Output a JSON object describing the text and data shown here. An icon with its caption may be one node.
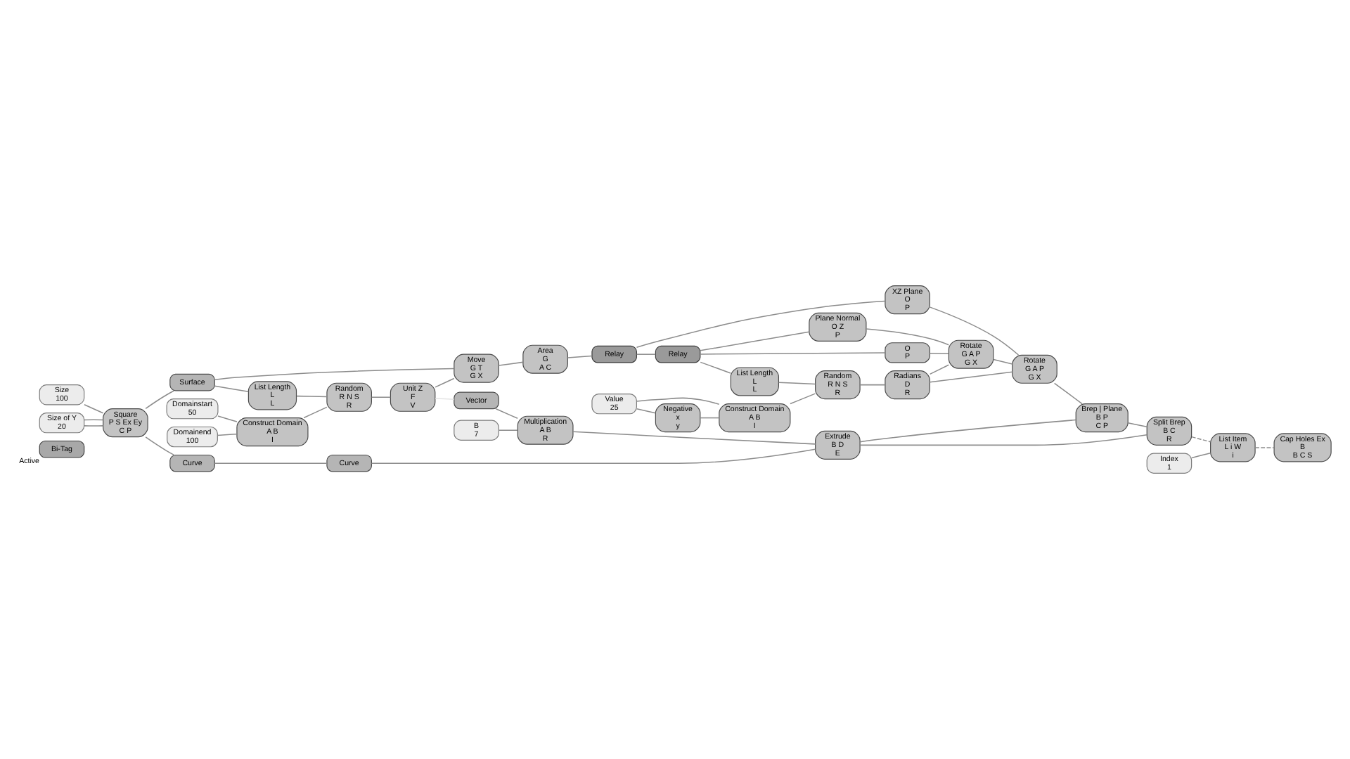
{
  "diagram": {
    "nodes": [
      {
        "text": [
          "Bi-Tag"
        ],
        "beside": [
          "Active"
        ]
      },
      {
        "text": [
          "Size",
          "100"
        ]
      },
      {
        "text": [
          "Size of Y",
          "20"
        ]
      },
      {
        "text": [
          "Square",
          "P S Ex Ey",
          "C P"
        ]
      },
      {
        "text": [
          "Surface"
        ]
      },
      {
        "text": [
          "Domainstart",
          "50"
        ]
      },
      {
        "text": [
          "Domainend",
          "100"
        ]
      },
      {
        "text": [
          "Construct Domain",
          "A B",
          "I"
        ]
      },
      {
        "text": [
          "List Length",
          "L",
          "L"
        ]
      },
      {
        "text": [
          "Random",
          "R N S",
          "R"
        ]
      },
      {
        "text": [
          "Unit Z",
          "F",
          "V"
        ]
      },
      {
        "text": [
          "Move",
          "G T",
          "G X"
        ]
      },
      {
        "text": [
          "Area",
          "G",
          "A C"
        ]
      },
      {
        "text": [
          "Relay"
        ]
      },
      {
        "text": [
          "XZ Plane",
          "O",
          "P"
        ]
      },
      {
        "text": [
          "Negative",
          "x",
          "y"
        ]
      },
      {
        "text": [
          "Construct Domain",
          "A B",
          "I"
        ]
      },
      {
        "text": [
          "Value",
          "25"
        ]
      },
      {
        "text": [
          "Relay"
        ]
      },
      {
        "text": [
          "List Length",
          "L",
          "L"
        ]
      },
      {
        "text": [
          "Random",
          "R N S",
          "R"
        ]
      },
      {
        "text": [
          "Radians",
          "D",
          "R"
        ]
      },
      {
        "text": [
          "Rotate",
          "G A P",
          "G X"
        ]
      },
      {
        "text": [
          "Plane Normal",
          "O Z",
          "P"
        ]
      },
      {
        "text": [
          "O",
          "P"
        ]
      },
      {
        "text": [
          "Rotate",
          "G A P",
          "G X"
        ]
      },
      {
        "text": [
          "Brep | Plane",
          "B P",
          "C P"
        ]
      },
      {
        "text": [
          "Curve"
        ]
      },
      {
        "text": [
          "Curve"
        ]
      },
      {
        "text": [
          "Extrude",
          "B D",
          "E"
        ]
      },
      {
        "text": [
          "Vector"
        ]
      },
      {
        "text": [
          "Multiplication",
          "A B",
          "R"
        ]
      },
      {
        "text": [
          "B",
          "7"
        ]
      },
      {
        "text": [
          "Split Brep",
          "B C",
          "R"
        ]
      },
      {
        "text": [
          "List Item",
          "L i W",
          "i"
        ]
      },
      {
        "text": [
          "Cap Holes Ex",
          "B",
          "B C S"
        ]
      },
      {
        "text": [
          "Index",
          "1"
        ]
      }
    ],
    "edges": [
      {
        "from": 1,
        "to": 3,
        "arrow": "none"
      },
      {
        "from": 2,
        "to": 3,
        "arrow": "none"
      },
      {
        "from": 2,
        "to": 3,
        "arrow": "none"
      },
      {
        "from": 3,
        "to": 4,
        "arrow": "none"
      },
      {
        "from": 3,
        "to": 27,
        "arrow": "none"
      },
      {
        "from": 4,
        "to": 11,
        "arrow": "none"
      },
      {
        "from": 4,
        "to": 8,
        "arrow": "none"
      },
      {
        "from": 5,
        "to": 7,
        "arrow": "none"
      },
      {
        "from": 6,
        "to": 7,
        "arrow": "none"
      },
      {
        "from": 7,
        "to": 9,
        "arrow": "none"
      },
      {
        "from": 8,
        "to": 9,
        "arrow": "none"
      },
      {
        "from": 9,
        "to": 10,
        "arrow": "none"
      },
      {
        "from": 10,
        "to": 11,
        "arrow": "none"
      },
      {
        "from": 10,
        "to": 30,
        "arrow": "none",
        "color": "#e4e4e4"
      },
      {
        "from": 11,
        "to": 12,
        "arrow": "none"
      },
      {
        "from": 12,
        "to": 13,
        "arrow": "none"
      },
      {
        "from": 13,
        "to": 14,
        "arrow": "none"
      },
      {
        "from": 13,
        "to": 18,
        "arrow": "none"
      },
      {
        "from": 14,
        "to": 22,
        "arrow": "none"
      },
      {
        "from": 17,
        "to": 15,
        "arrow": "none"
      },
      {
        "from": 17,
        "to": 16,
        "arrow": "none"
      },
      {
        "from": 15,
        "to": 16,
        "arrow": "none"
      },
      {
        "from": 16,
        "to": 20,
        "arrow": "none"
      },
      {
        "from": 18,
        "to": 19,
        "arrow": "none"
      },
      {
        "from": 19,
        "to": 20,
        "arrow": "none"
      },
      {
        "from": 18,
        "to": 23,
        "arrow": "none"
      },
      {
        "from": 18,
        "to": 24,
        "arrow": "none"
      },
      {
        "from": 20,
        "to": 21,
        "arrow": "none"
      },
      {
        "from": 21,
        "to": 22,
        "arrow": "none"
      },
      {
        "from": 21,
        "to": 25,
        "arrow": "none"
      },
      {
        "from": 23,
        "to": 25,
        "arrow": "none"
      },
      {
        "from": 24,
        "to": 25,
        "arrow": "none"
      },
      {
        "from": 25,
        "to": 22,
        "arrow": "none"
      },
      {
        "from": 22,
        "to": 26,
        "arrow": "none"
      },
      {
        "from": 27,
        "to": 28,
        "arrow": "none"
      },
      {
        "from": 28,
        "to": 29,
        "arrow": "none"
      },
      {
        "from": 30,
        "to": 31,
        "arrow": "none"
      },
      {
        "from": 32,
        "to": 31,
        "arrow": "none"
      },
      {
        "from": 31,
        "to": 29,
        "arrow": "none"
      },
      {
        "from": 29,
        "to": 26,
        "arrow": "none"
      },
      {
        "from": 29,
        "to": 33,
        "arrow": "none"
      },
      {
        "from": 26,
        "to": 33,
        "arrow": "none"
      },
      {
        "from": 33,
        "to": 34,
        "arrow": "none",
        "style": "dashed"
      },
      {
        "from": 36,
        "to": 34,
        "arrow": "none"
      },
      {
        "from": 34,
        "to": 35,
        "arrow": "none",
        "style": "dashed"
      }
    ]
  }
}
